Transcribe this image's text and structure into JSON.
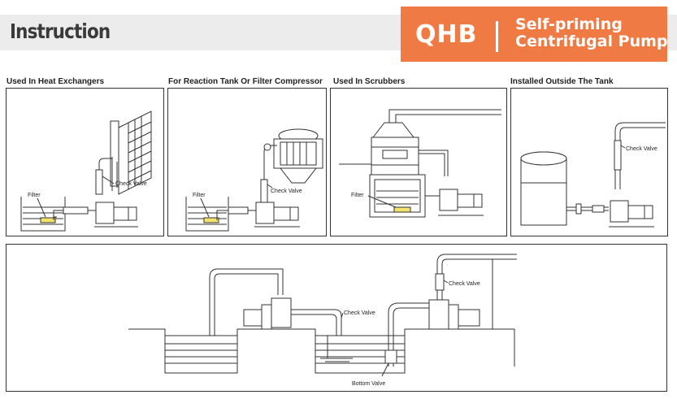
{
  "header": {
    "title": "Instruction",
    "brand_code": "QHB",
    "brand_name_line1": "Self-priming",
    "brand_name_line2": "Centrifugal Pump",
    "brand_color": "#ef7a43"
  },
  "panels": [
    {
      "caption": "Used In Heat Exchangers",
      "labels": {
        "filter": "Filter",
        "valve": "Check Valve"
      }
    },
    {
      "caption": "For Reaction Tank Or Filter Compressor",
      "labels": {
        "filter": "Filter",
        "valve": "Check Valve"
      }
    },
    {
      "caption": "Used In Scrubbers",
      "labels": {
        "filter": "Filter"
      }
    },
    {
      "caption": "Installed Outside The Tank",
      "labels": {
        "valve": "Check Valve"
      }
    }
  ],
  "bottom": {
    "labels": {
      "valve_left": "Check Valve",
      "valve_right": "Check Valve",
      "bottom_valve": "Bottom Valve"
    }
  }
}
